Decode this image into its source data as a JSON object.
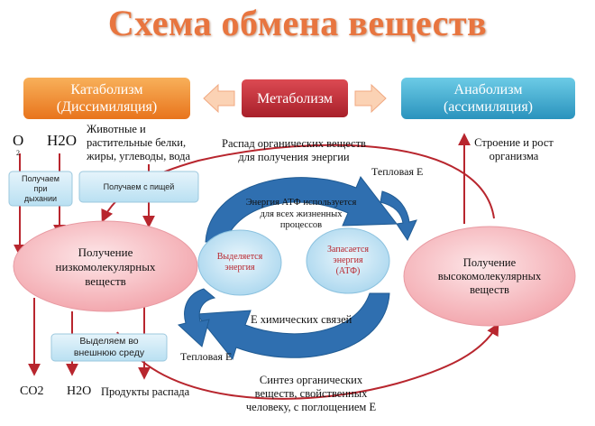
{
  "title": "Схема обмена веществ",
  "boxes": {
    "catabolism": [
      "Катаболизм",
      "(Диссимиляция)"
    ],
    "metabolism": "Метаболизм",
    "anabolism": [
      "Анаболизм",
      "(ассимиляция)"
    ]
  },
  "inputs": {
    "o2": "O",
    "o2_sub": "2",
    "h2o": "H2O",
    "food": [
      "Животные и",
      "растительные белки,",
      "жиры, углеводы, вода"
    ],
    "breathing_box": [
      "Получаем",
      "при",
      "дыхании"
    ],
    "food_box": "Получаем с пищей"
  },
  "labels": {
    "decay": [
      "Распад органических веществ",
      "для получения энергии"
    ],
    "heat_top": "Тепловая Е",
    "atp_usage": [
      "Энергия АТФ используется",
      "для всех жизненных",
      "процессов"
    ],
    "chem_bonds": "Е химических связей",
    "heat_bottom": "Тепловая Е",
    "synthesis": [
      "Синтез органических",
      "веществ, свойственных",
      "человеку, с поглощением Е"
    ],
    "structure": [
      "Строение и рост",
      "организма"
    ]
  },
  "ellipses": {
    "left": [
      "Получение",
      "низкомолекулярных",
      "веществ"
    ],
    "right": [
      "Получение",
      "высокомолекулярных",
      "веществ"
    ],
    "released": [
      "Выделяется",
      "энергия"
    ],
    "stored": [
      "Запасается",
      "энергия",
      "(АТФ)"
    ]
  },
  "outputs": {
    "excrete_box": [
      "Выделяем во",
      "внешнюю среду"
    ],
    "co2": "CO2",
    "h2o": "H2O",
    "decay_products": "Продукты распада"
  },
  "colors": {
    "title": "#e8753f",
    "orange_box": "#f08a2a",
    "red_box": "#c0303a",
    "blue_box": "#3aa9cc",
    "big_ellipse": "#f7b8bd",
    "small_ellipse": "#c7e3f4",
    "dark_red_arrow": "#b8262e",
    "blue_arrow": "#2f6fb0"
  }
}
